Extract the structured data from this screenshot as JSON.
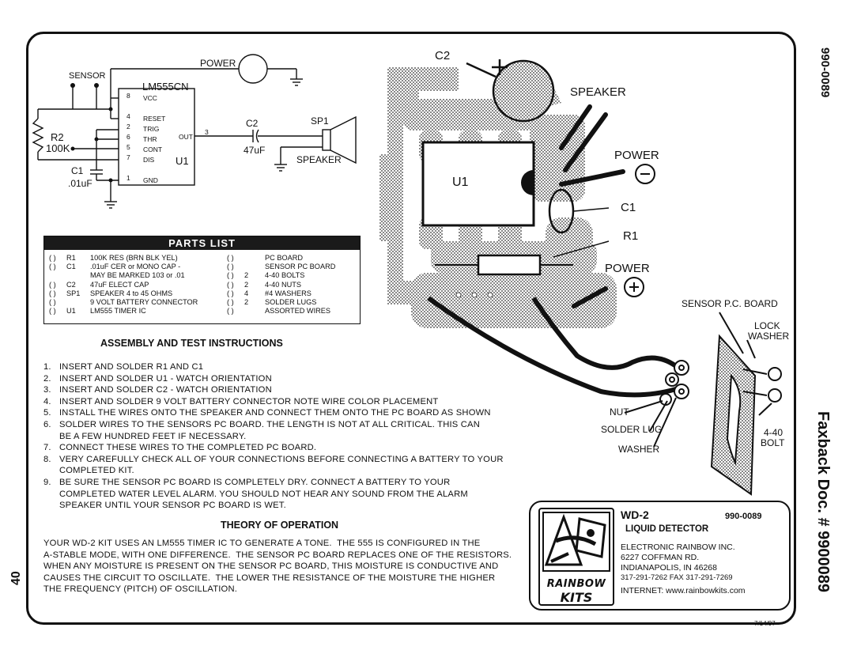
{
  "page_number": "40",
  "doc_number_top": "990-0089",
  "faxback": "Faxback Doc. # 9900089",
  "schematic": {
    "power": "POWER",
    "sensor": "SENSOR",
    "ic_name": "LM555CN",
    "pin_vcc": "VCC",
    "pin_reset": "RESET",
    "pin_trig": "TRIG",
    "pin_thr": "THR",
    "pin_cont": "CONT",
    "pin_dis": "DIS",
    "pin_gnd": "GND",
    "pin_out": "OUT",
    "u1": "U1",
    "r2": "R2",
    "r2_value": "100K",
    "c1": "C1",
    "c1_value": ".01uF",
    "c2": "C2",
    "c2_value": "47uF",
    "sp1": "SP1",
    "speaker": "SPEAKER",
    "pins": [
      "8",
      "4",
      "2",
      "6",
      "5",
      "7",
      "1",
      "3"
    ]
  },
  "parts_list": {
    "title": "PARTS LIST",
    "left": [
      {
        "check": "( )",
        "ref": "R1",
        "desc": "100K RES (BRN BLK YEL)"
      },
      {
        "check": "( )",
        "ref": "C1",
        "desc": ".01uF CER or MONO CAP -"
      },
      {
        "check": "",
        "ref": "",
        "desc": "MAY BE MARKED 103 or .01"
      },
      {
        "check": "( )",
        "ref": "C2",
        "desc": "47uF ELECT CAP"
      },
      {
        "check": "( )",
        "ref": "SP1",
        "desc": "SPEAKER 4 to 45 OHMS"
      },
      {
        "check": "( )",
        "ref": "",
        "desc": "9 VOLT BATTERY CONNECTOR"
      },
      {
        "check": "( )",
        "ref": "U1",
        "desc": "LM555 TIMER IC"
      }
    ],
    "right": [
      {
        "check": "( )",
        "qty": "",
        "desc": "PC BOARD"
      },
      {
        "check": "( )",
        "qty": "",
        "desc": "SENSOR PC BOARD"
      },
      {
        "check": "( )",
        "qty": "2",
        "desc": "4-40 BOLTS"
      },
      {
        "check": "( )",
        "qty": "2",
        "desc": "4-40 NUTS"
      },
      {
        "check": "( )",
        "qty": "4",
        "desc": "#4 WASHERS"
      },
      {
        "check": "( )",
        "qty": "2",
        "desc": "SOLDER LUGS"
      },
      {
        "check": "( )",
        "qty": "",
        "desc": "ASSORTED WIRES"
      }
    ]
  },
  "assembly": {
    "title": "ASSEMBLY AND TEST INSTRUCTIONS",
    "steps": [
      {
        "n": "1.",
        "lines": [
          "INSERT AND SOLDER R1 AND C1"
        ]
      },
      {
        "n": "2.",
        "lines": [
          "INSERT AND SOLDER U1 - WATCH ORIENTATION"
        ]
      },
      {
        "n": "3.",
        "lines": [
          "INSERT AND SOLDER C2 - WATCH ORIENTATION"
        ]
      },
      {
        "n": "4.",
        "lines": [
          "INSERT AND SOLDER 9 VOLT BATTERY CONNECTOR  NOTE WIRE COLOR PLACEMENT"
        ]
      },
      {
        "n": "5.",
        "lines": [
          "INSTALL THE WIRES ONTO THE SPEAKER AND CONNECT THEM ONTO THE PC BOARD AS SHOWN"
        ]
      },
      {
        "n": "6.",
        "lines": [
          "SOLDER WIRES TO THE SENSORS PC BOARD.  THE LENGTH IS NOT AT ALL CRITICAL.  THIS CAN",
          "BE A FEW HUNDRED FEET IF NECESSARY."
        ]
      },
      {
        "n": "7.",
        "lines": [
          "CONNECT THESE WIRES TO THE COMPLETED PC BOARD."
        ]
      },
      {
        "n": "8.",
        "lines": [
          "VERY CAREFULLY CHECK ALL OF YOUR CONNECTIONS BEFORE CONNECTING A BATTERY TO YOUR",
          "COMPLETED KIT."
        ]
      },
      {
        "n": "9.",
        "lines": [
          "BE SURE THE SENSOR PC BOARD IS COMPLETELY DRY.  CONNECT A BATTERY TO YOUR",
          "COMPLETED WATER LEVEL ALARM.  YOU SHOULD NOT HEAR ANY SOUND FROM THE ALARM",
          "SPEAKER UNTIL YOUR SENSOR PC BOARD IS WET."
        ]
      }
    ]
  },
  "theory": {
    "title": "THEORY OF OPERATION",
    "text": "YOUR WD-2 KIT USES AN LM555 TIMER IC TO GENERATE A TONE.  THE 555 IS CONFIGURED IN THE\nA-STABLE MODE, WITH ONE DIFFERENCE.  THE SENSOR PC BOARD REPLACES ONE OF THE RESISTORS.\nWHEN ANY MOISTURE IS PRESENT ON THE SENSOR PC BOARD, THIS MOISTURE IS CONDUCTIVE AND\nCAUSES THE CIRCUIT TO OSCILLATE.  THE LOWER THE RESISTANCE OF THE MOISTURE THE HIGHER\nTHE FREQUENCY (PITCH) OF OSCILLATION."
  },
  "pcb": {
    "c2": "C2",
    "speaker": "SPEAKER",
    "power_neg": "POWER",
    "u1": "U1",
    "c1": "C1",
    "r1": "R1",
    "power_pos": "POWER",
    "sensor_board": "SENSOR P.C. BOARD",
    "lock_washer_1": "LOCK",
    "lock_washer_2": "WASHER",
    "nut": "NUT",
    "solder_lug": "SOLDER LUG",
    "washer": "WASHER",
    "bolt_1": "4-40",
    "bolt_2": "BOLT"
  },
  "kit_box": {
    "model": "WD-2",
    "doc": "990-0089",
    "name": "LIQUID DETECTOR",
    "company": "ELECTRONIC RAINBOW INC.",
    "address": "6227 COFFMAN RD.",
    "city": "INDIANAPOLIS, IN 46268",
    "phone": "317-291-7262  FAX 317-291-7269",
    "internet": "INTERNET:  www.rainbowkits.com",
    "logo_line1": "RAINBOW",
    "logo_line2": "KITS"
  },
  "date": "7/14/97"
}
